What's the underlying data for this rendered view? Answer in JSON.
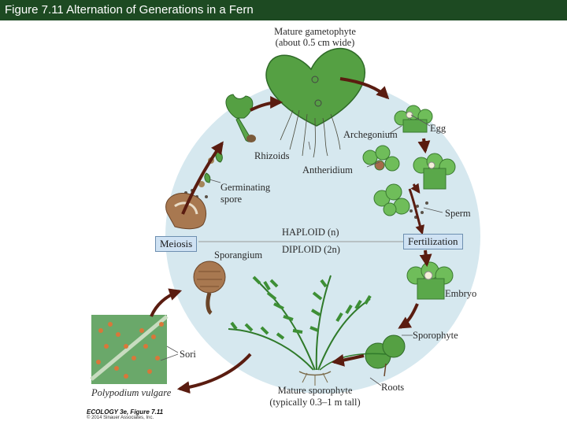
{
  "title": "Figure 7.11  Alternation of Generations in a Fern",
  "labels": {
    "mature_gametophyte": "Mature gametophyte",
    "gametophyte_size": "(about 0.5 cm wide)",
    "archegonium": "Archegonium",
    "egg": "Egg",
    "rhizoids": "Rhizoids",
    "antheridium": "Antheridium",
    "germinating_spore_1": "Germinating",
    "germinating_spore_2": "spore",
    "sperm": "Sperm",
    "meiosis": "Meiosis",
    "haploid": "HAPLOID (n)",
    "diploid": "DIPLOID (2n)",
    "fertilization": "Fertilization",
    "sporangium": "Sporangium",
    "embryo": "Embryo",
    "sporophyte": "Sporophyte",
    "sori": "Sori",
    "polypodium": "Polypodium vulgare",
    "roots": "Roots",
    "mature_sporophyte": "Mature sporophyte",
    "sporophyte_size": "(typically 0.3–1 m tall)"
  },
  "credit": {
    "line1": "ECOLOGY 3e, Figure 7.11",
    "line2": "© 2014 Sinauer Associates, Inc."
  },
  "colors": {
    "title_bar": "#1d4a22",
    "arrow": "#5a1c10",
    "haploid_disc": "#d6e8ef",
    "leaf_green": "#4f9a3e",
    "sporangium_brown": "#9c6a45",
    "box_fill": "#cfe2f3"
  }
}
